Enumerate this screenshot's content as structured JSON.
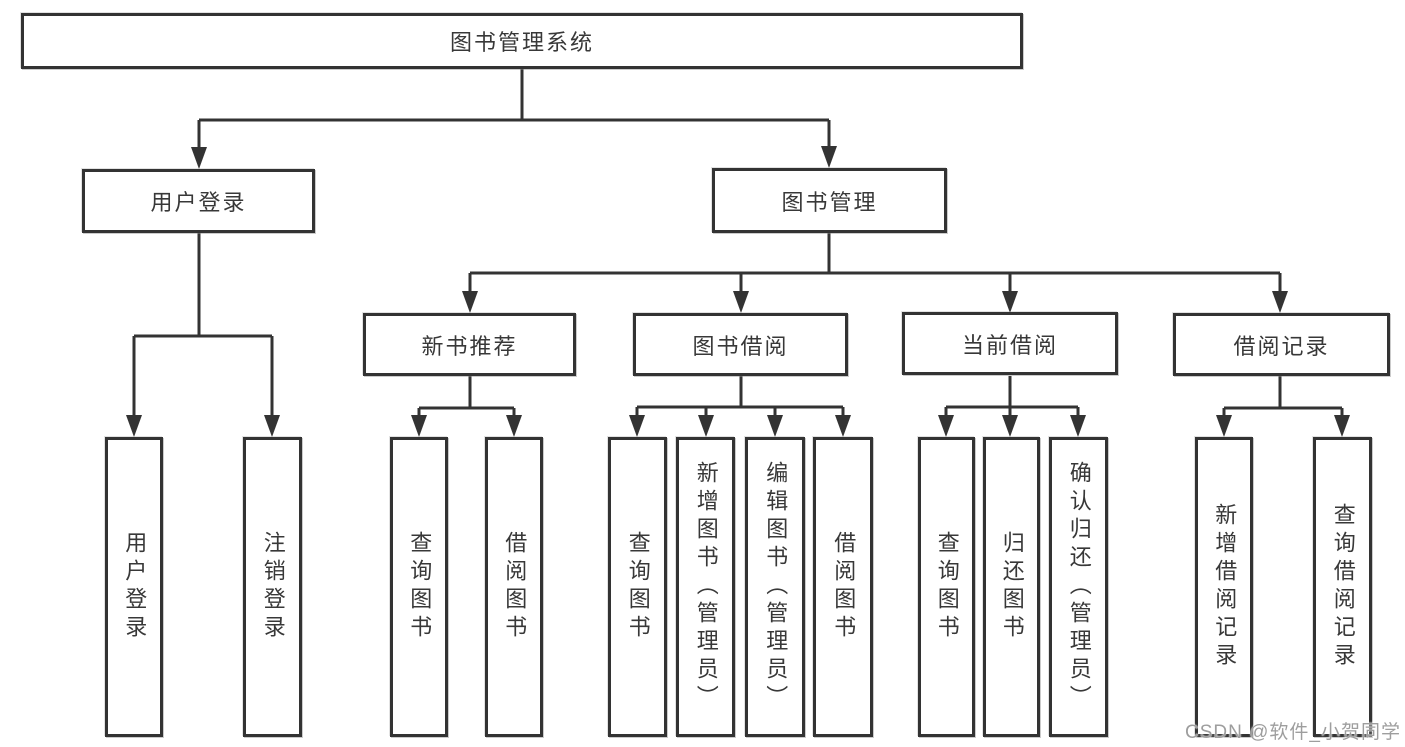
{
  "diagram": {
    "root": "图书管理系统",
    "level2": [
      "用户登录",
      "图书管理"
    ],
    "level3": [
      "新书推荐",
      "图书借阅",
      "当前借阅",
      "借阅记录"
    ],
    "leaves": {
      "login": [
        "用户登录",
        "注销登录"
      ],
      "recommend": [
        "查询图书",
        "借阅图书"
      ],
      "borrow": [
        "查询图书",
        "新增图书（管理员）",
        "编辑图书（管理员）",
        "借阅图书"
      ],
      "current": [
        "查询图书",
        "归还图书",
        "确认归还（管理员）"
      ],
      "records": [
        "新增借阅记录",
        "查询借阅记录"
      ]
    }
  },
  "watermark": "CSDN @软件_小贺同学",
  "colors": {
    "line": "#333333",
    "box_border": "#333333",
    "box_fill": "#ffffff",
    "text": "#383838",
    "watermark": "#9e9e9e"
  }
}
